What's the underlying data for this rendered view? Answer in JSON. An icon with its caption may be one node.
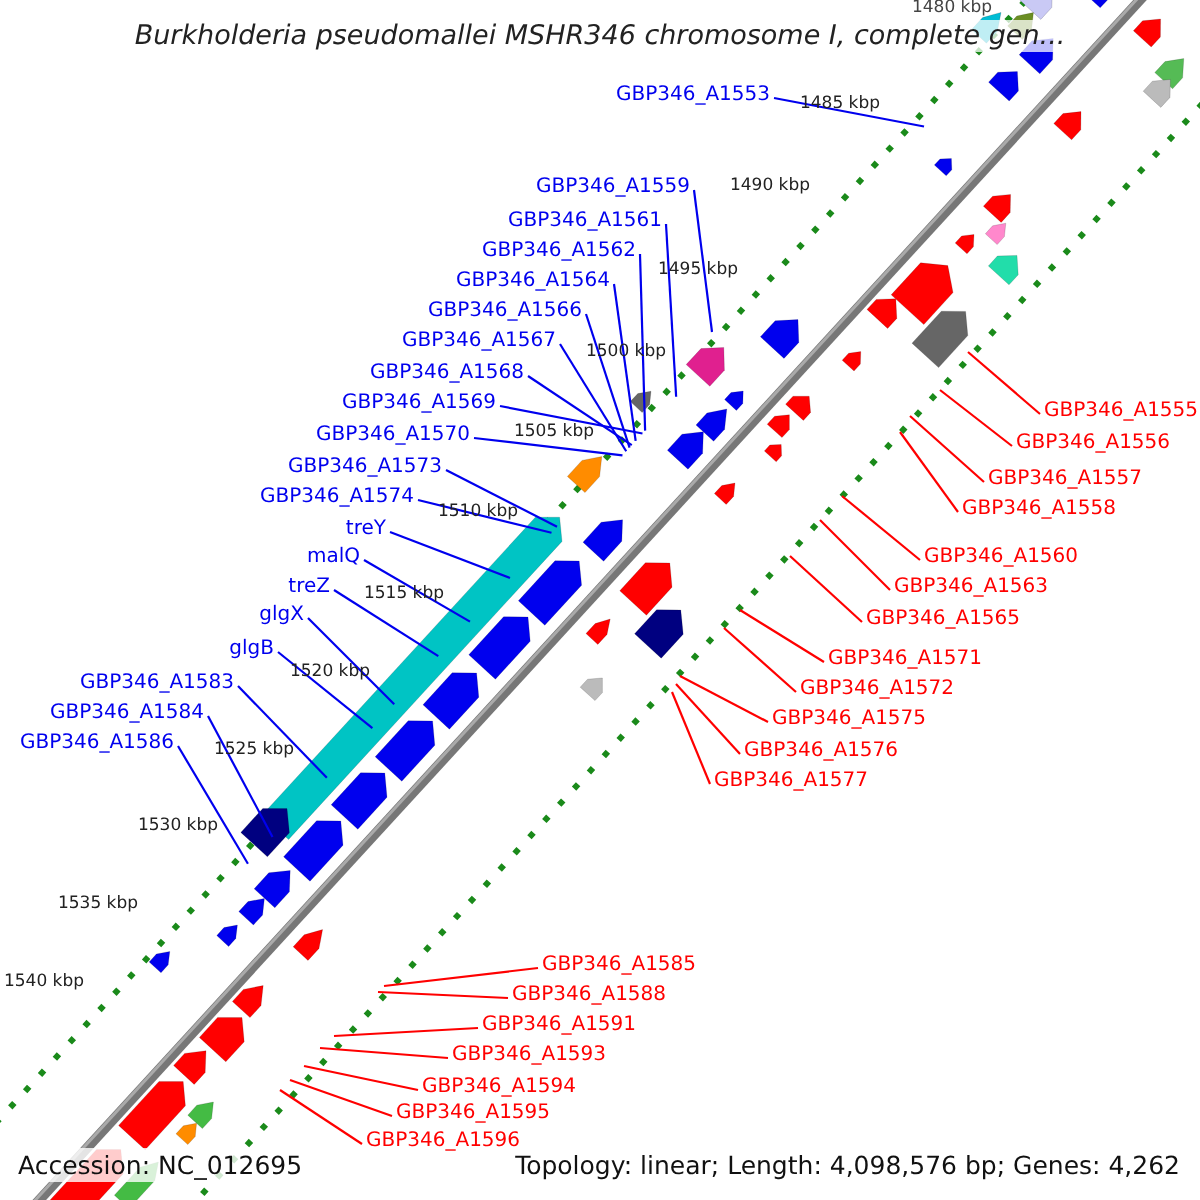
{
  "diagram": {
    "title": "Burkholderia pseudomallei MSHR346 chromosome I, complete gen...",
    "nodes": [
      {
        "text": [
          "GBP346_A1553"
        ]
      },
      {
        "text": [
          "GBP346_A1559"
        ]
      },
      {
        "text": [
          "GBP346_A1561"
        ]
      },
      {
        "text": [
          "GBP346_A1562"
        ]
      },
      {
        "text": [
          "GBP346_A1564"
        ]
      },
      {
        "text": [
          "GBP346_A1566"
        ]
      },
      {
        "text": [
          "GBP346_A1567"
        ]
      },
      {
        "text": [
          "GBP346_A1568"
        ]
      },
      {
        "text": [
          "GBP346_A1569"
        ]
      },
      {
        "text": [
          "GBP346_A1555"
        ]
      },
      {
        "text": [
          "GBP346_A1570"
        ]
      },
      {
        "text": [
          "GBP346_A1556"
        ]
      },
      {
        "text": [
          "GBP346_A1573"
        ]
      },
      {
        "text": [
          "GBP346_A1557"
        ]
      },
      {
        "text": [
          "GBP346_A1574"
        ]
      },
      {
        "text": [
          "GBP346_A1558"
        ]
      },
      {
        "text": [
          "treY"
        ]
      },
      {
        "text": [
          "malQ"
        ]
      },
      {
        "text": [
          "GBP346_A1560"
        ]
      },
      {
        "text": [
          "treZ"
        ]
      },
      {
        "text": [
          "GBP346_A1563"
        ]
      },
      {
        "text": [
          "glgX"
        ]
      },
      {
        "text": [
          "GBP346_A1565"
        ]
      },
      {
        "text": [
          "glgB"
        ]
      },
      {
        "text": [
          "GBP346_A1571"
        ]
      },
      {
        "text": [
          "GBP346_A1583"
        ]
      },
      {
        "text": [
          "GBP346_A1572"
        ]
      },
      {
        "text": [
          "GBP346_A1584"
        ]
      },
      {
        "text": [
          "GBP346_A1575"
        ]
      },
      {
        "text": [
          "GBP346_A1586"
        ]
      },
      {
        "text": [
          "GBP346_A1576"
        ]
      },
      {
        "text": [
          "GBP346_A1577"
        ]
      },
      {
        "text": [
          "GBP346_A1585"
        ]
      },
      {
        "text": [
          "GBP346_A1588"
        ]
      },
      {
        "text": [
          "GBP346_A1591"
        ]
      },
      {
        "text": [
          "GBP346_A1593"
        ]
      },
      {
        "text": [
          "GBP346_A1594"
        ]
      },
      {
        "text": [
          "GBP346_A1595"
        ]
      },
      {
        "text": [
          "GBP346_A1596"
        ]
      }
    ],
    "edges": [
      {
        "from": 0,
        "to": null,
        "arrow": "none"
      },
      {
        "from": 1,
        "to": null,
        "arrow": "none"
      },
      {
        "from": 2,
        "to": null,
        "arrow": "none"
      },
      {
        "from": 3,
        "to": null,
        "arrow": "none"
      },
      {
        "from": 4,
        "to": null,
        "arrow": "none"
      },
      {
        "from": 5,
        "to": null,
        "arrow": "none"
      },
      {
        "from": 6,
        "to": null,
        "arrow": "none"
      },
      {
        "from": 7,
        "to": null,
        "arrow": "none"
      },
      {
        "from": 8,
        "to": null,
        "arrow": "none"
      },
      {
        "from": 9,
        "to": null,
        "arrow": "none",
        "color": "#ff0000"
      },
      {
        "from": 10,
        "to": null,
        "arrow": "none"
      },
      {
        "from": 11,
        "to": null,
        "arrow": "none",
        "color": "#ff0000"
      },
      {
        "from": 12,
        "to": null,
        "arrow": "none"
      },
      {
        "from": 13,
        "to": null,
        "arrow": "none",
        "color": "#ff0000"
      },
      {
        "from": 14,
        "to": null,
        "arrow": "none"
      },
      {
        "from": 15,
        "to": null,
        "arrow": "none",
        "color": "#ff0000"
      },
      {
        "from": 16,
        "to": null,
        "arrow": "none"
      },
      {
        "from": 17,
        "to": null,
        "arrow": "none"
      },
      {
        "from": 18,
        "to": null,
        "arrow": "none",
        "color": "#ff0000"
      },
      {
        "from": 19,
        "to": null,
        "arrow": "none"
      },
      {
        "from": 20,
        "to": null,
        "arrow": "none",
        "color": "#ff0000"
      },
      {
        "from": 21,
        "to": null,
        "arrow": "none"
      },
      {
        "from": 22,
        "to": null,
        "arrow": "none",
        "color": "#ff0000"
      },
      {
        "from": 23,
        "to": null,
        "arrow": "none"
      },
      {
        "from": 24,
        "to": null,
        "arrow": "none",
        "color": "#ff0000"
      },
      {
        "from": 25,
        "to": null,
        "arrow": "none"
      },
      {
        "from": 26,
        "to": null,
        "arrow": "none",
        "color": "#ff0000"
      },
      {
        "from": 27,
        "to": null,
        "arrow": "none"
      },
      {
        "from": 28,
        "to": null,
        "arrow": "none",
        "color": "#ff0000"
      },
      {
        "from": 29,
        "to": null,
        "arrow": "none"
      },
      {
        "from": 30,
        "to": null,
        "arrow": "none",
        "color": "#ff0000"
      },
      {
        "from": 31,
        "to": null,
        "arrow": "none",
        "color": "#ff0000"
      },
      {
        "from": 32,
        "to": null,
        "arrow": "none",
        "color": "#ff0000"
      },
      {
        "from": 33,
        "to": null,
        "arrow": "none",
        "color": "#ff0000"
      },
      {
        "from": 34,
        "to": null,
        "arrow": "none",
        "color": "#ff0000"
      },
      {
        "from": 35,
        "to": null,
        "arrow": "none",
        "color": "#ff0000"
      },
      {
        "from": 36,
        "to": null,
        "arrow": "none",
        "color": "#ff0000"
      },
      {
        "from": 37,
        "to": null,
        "arrow": "none",
        "color": "#ff0000"
      },
      {
        "from": 38,
        "to": null,
        "arrow": "none",
        "color": "#ff0000"
      }
    ],
    "labels": [
      "1480 kbp",
      "1485 kbp",
      "1490 kbp",
      "1495 kbp",
      "1500 kbp",
      "1505 kbp",
      "1510 kbp",
      "1515 kbp",
      "1520 kbp",
      "1525 kbp",
      "1530 kbp",
      "1535 kbp",
      "1540 kbp",
      "Accession: NC_012695",
      "Topology: linear; Length: 4,098,576 bp; Genes: 4,262"
    ]
  }
}
